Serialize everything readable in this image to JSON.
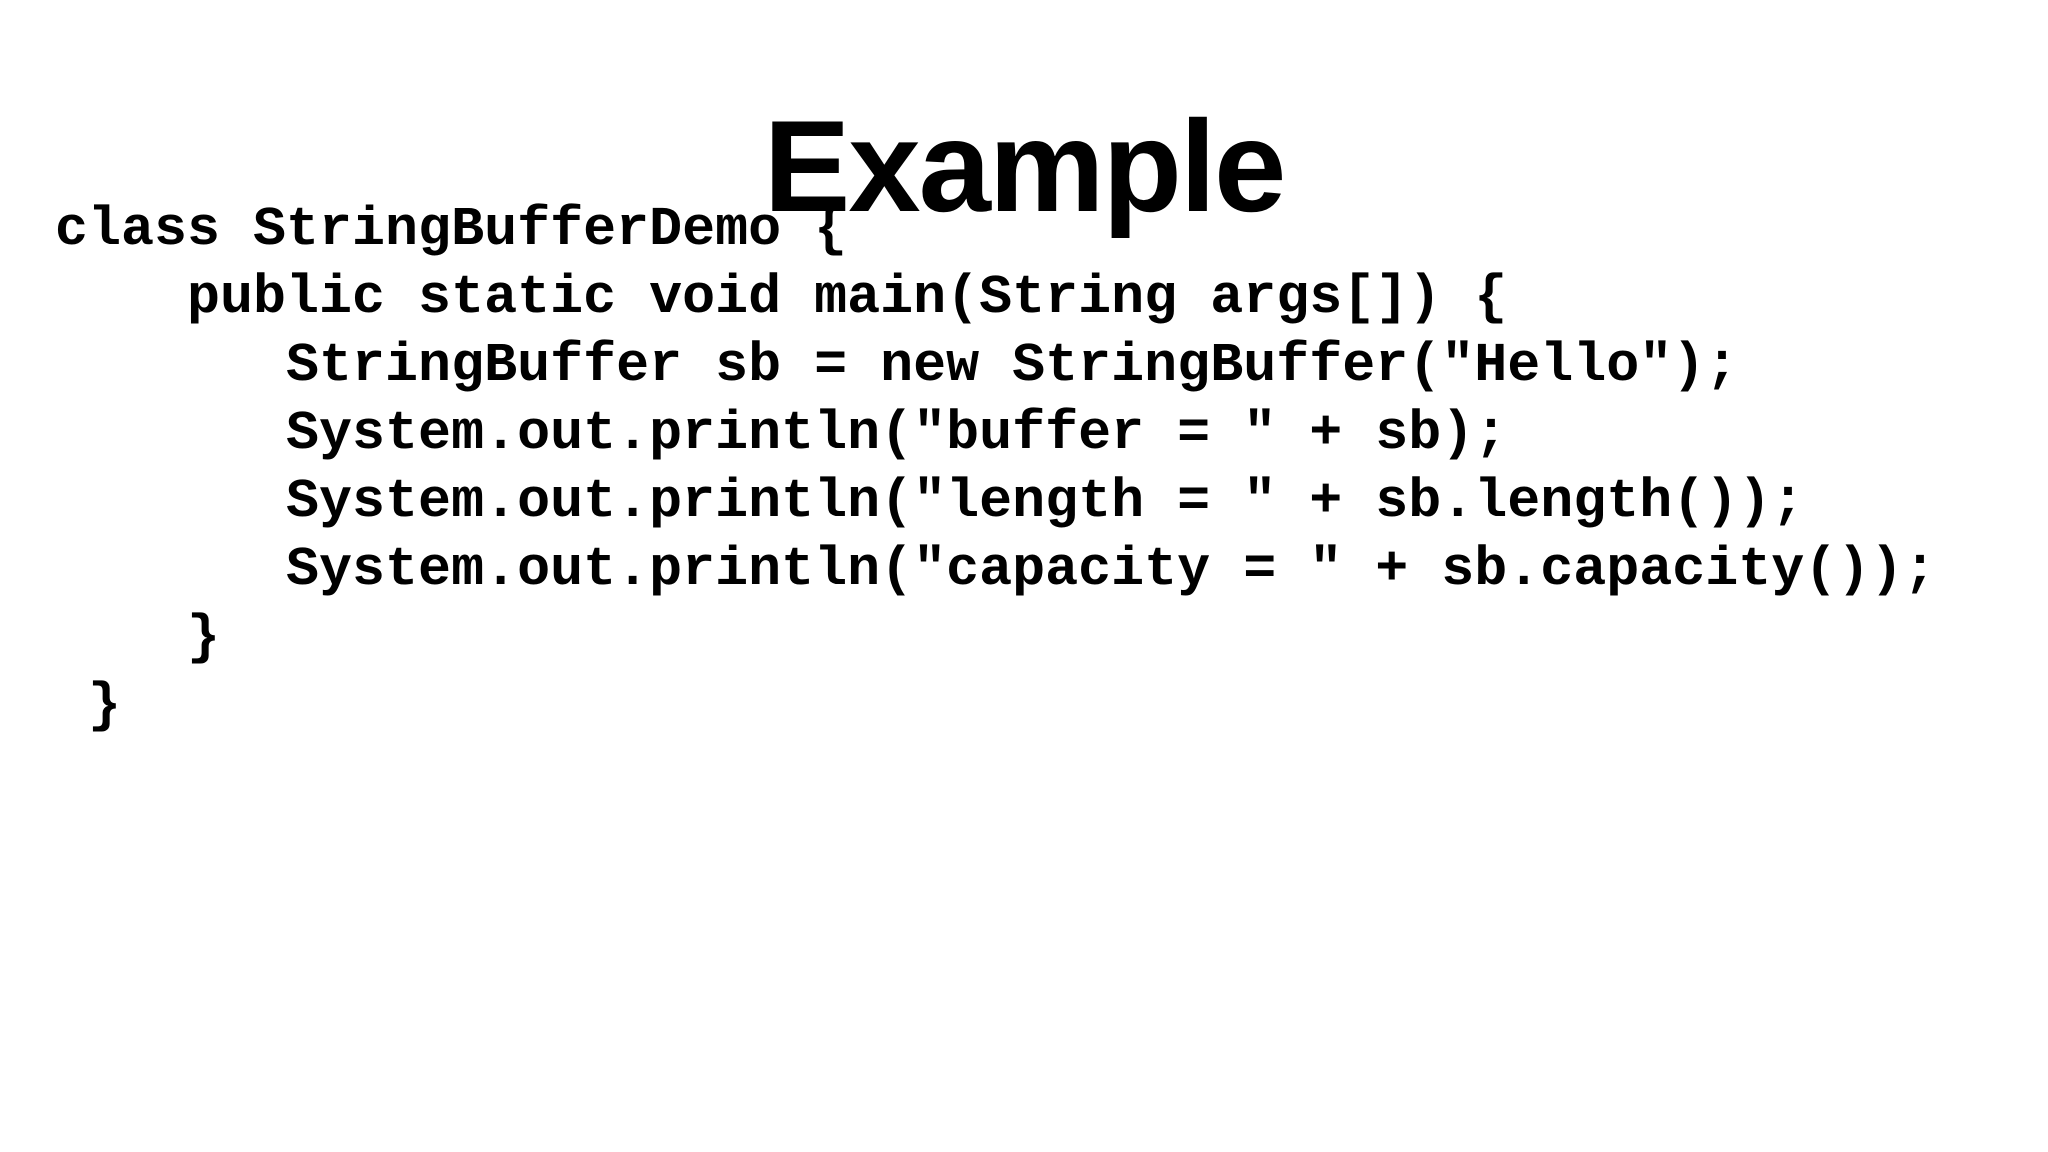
{
  "slide": {
    "title": "Example",
    "colors": {
      "background": "#ffffff",
      "text": "#000000"
    },
    "code_language": "java",
    "code_lines": [
      "class StringBufferDemo {",
      "    public static void main(String args[]) {",
      "       StringBuffer sb = new StringBuffer(\"Hello\");",
      "       System.out.println(\"buffer = \" + sb);",
      "       System.out.println(\"length = \" + sb.length());",
      "       System.out.println(\"capacity = \" + sb.capacity());",
      "    }",
      " }"
    ]
  }
}
